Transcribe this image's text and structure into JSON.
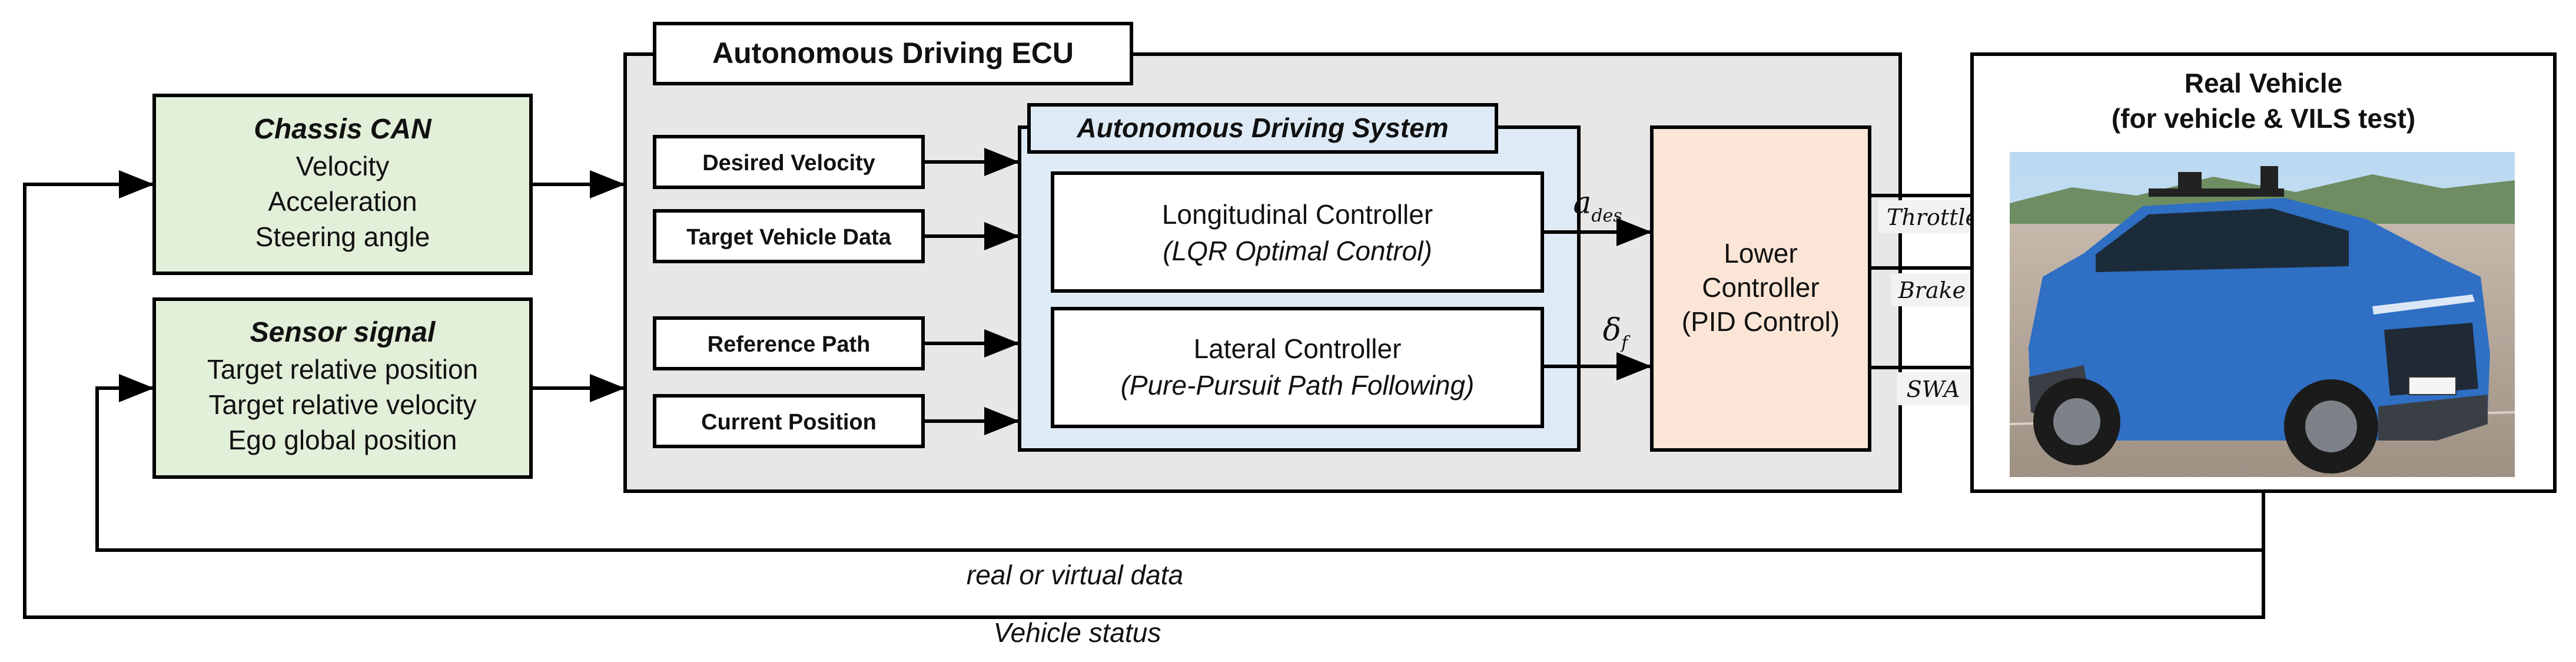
{
  "chassis_can": {
    "title": "Chassis CAN",
    "lines": [
      "Velocity",
      "Acceleration",
      "Steering angle"
    ]
  },
  "sensor_signal": {
    "title": "Sensor signal",
    "lines": [
      "Target relative position",
      "Target relative velocity",
      "Ego global position"
    ]
  },
  "ecu": {
    "title": "Autonomous Driving ECU",
    "inputs": [
      "Desired Velocity",
      "Target Vehicle Data",
      "Reference Path",
      "Current Position"
    ]
  },
  "ads": {
    "title": "Autonomous Driving System",
    "longitudinal": {
      "name": "Longitudinal Controller",
      "method": "(LQR Optimal Control)"
    },
    "lateral": {
      "name": "Lateral Controller",
      "method": "(Pure-Pursuit Path Following)"
    }
  },
  "signals": {
    "accel": {
      "base": "a",
      "sub": "des"
    },
    "steer": {
      "base": "δ",
      "sub": "f"
    }
  },
  "lower_controller": {
    "lines": [
      "Lower",
      "Controller",
      "(PID Control)"
    ]
  },
  "outputs": [
    "Throttle",
    "Brake",
    "SWA"
  ],
  "real_vehicle": {
    "title": "Real Vehicle",
    "subtitle": "(for vehicle & VILS test)"
  },
  "feedback": {
    "inner_label": "real or virtual data",
    "outer_label": "Vehicle status"
  },
  "colors": {
    "green_fill": "#e2efd9",
    "ecu_fill": "#e7e7e7",
    "ads_fill": "#deebf7",
    "lower_fill": "#fbe5d6",
    "car_body": "#2f6fc4"
  }
}
